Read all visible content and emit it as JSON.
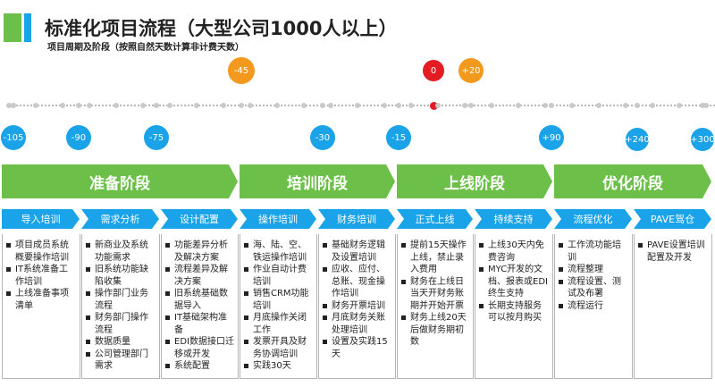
{
  "title": "标准化项目流程（大型公司1000人以上）",
  "subtitle": "项目周期及阶段（按照自然天数计算非计费天数）",
  "colors": {
    "green": "#6cc04a",
    "blue": "#1aa3e8",
    "orange": "#f39a1e",
    "red": "#e31b23"
  },
  "timeline": [
    {
      "label": "-105",
      "value": -105,
      "color": "blue"
    },
    {
      "label": "-90",
      "value": -90,
      "color": "blue"
    },
    {
      "label": "-75",
      "value": -75,
      "color": "blue"
    },
    {
      "label": "-45",
      "value": -45,
      "color": "orange"
    },
    {
      "label": "-30",
      "value": -30,
      "color": "blue"
    },
    {
      "label": "-15",
      "value": -15,
      "color": "blue"
    },
    {
      "label": "0",
      "value": 0,
      "color": "red"
    },
    {
      "label": "+20",
      "value": 20,
      "color": "orange"
    },
    {
      "label": "+90",
      "value": 90,
      "color": "blue"
    },
    {
      "label": "+240",
      "value": 240,
      "color": "blue"
    },
    {
      "label": "+300",
      "value": 300,
      "color": "blue"
    }
  ],
  "phases": [
    "准备阶段",
    "培训阶段",
    "上线阶段",
    "优化阶段"
  ],
  "steps": [
    "导入培训",
    "需求分析",
    "设计配置",
    "操作培训",
    "财务培训",
    "正式上线",
    "持续支持",
    "流程优化",
    "PAVE驾仓"
  ],
  "columns": [
    [
      "项目成员系统概要操作培训",
      "IT系统准备工作培训",
      "上线准备事项清单"
    ],
    [
      "新商业及系统功能需求",
      "旧系统功能缺陷收集",
      "操作部门业务流程",
      "财务部门操作流程",
      "数据质量",
      "公司管理部门需求"
    ],
    [
      "功能差异分析及解决方案",
      "流程差异及解决方案",
      "旧系统基础数据导入",
      "IT基础架构准备",
      "EDI数据接口迁移或开发",
      "系统配置"
    ],
    [
      "海、陆、空、铁运操作培训",
      "作业自动计费培训",
      "销售CRM功能培训",
      "月底操作关闭工作",
      "发票开具及财务协调培训",
      "实践30天"
    ],
    [
      "基础财务逻辑及设置培训",
      "应收、应付、总账、现金操作培训",
      "财务开票培训",
      "月底财务关账处理培训",
      "设置及实践15天"
    ],
    [
      "提前15天操作上线，禁止录入费用",
      "财务在上线日当天开财务账期并开始开票",
      "财务上线20天后做财务期初数"
    ],
    [
      "上线30天内免费咨询",
      "MYC开发的文档、报表或EDI终生支持",
      "长期支持服务可以按月购买"
    ],
    [
      "工作流功能培训",
      "流程整理",
      "流程设置、测试及布署",
      "流程运行"
    ],
    [
      "PAVE设置培训配置及开发"
    ]
  ]
}
